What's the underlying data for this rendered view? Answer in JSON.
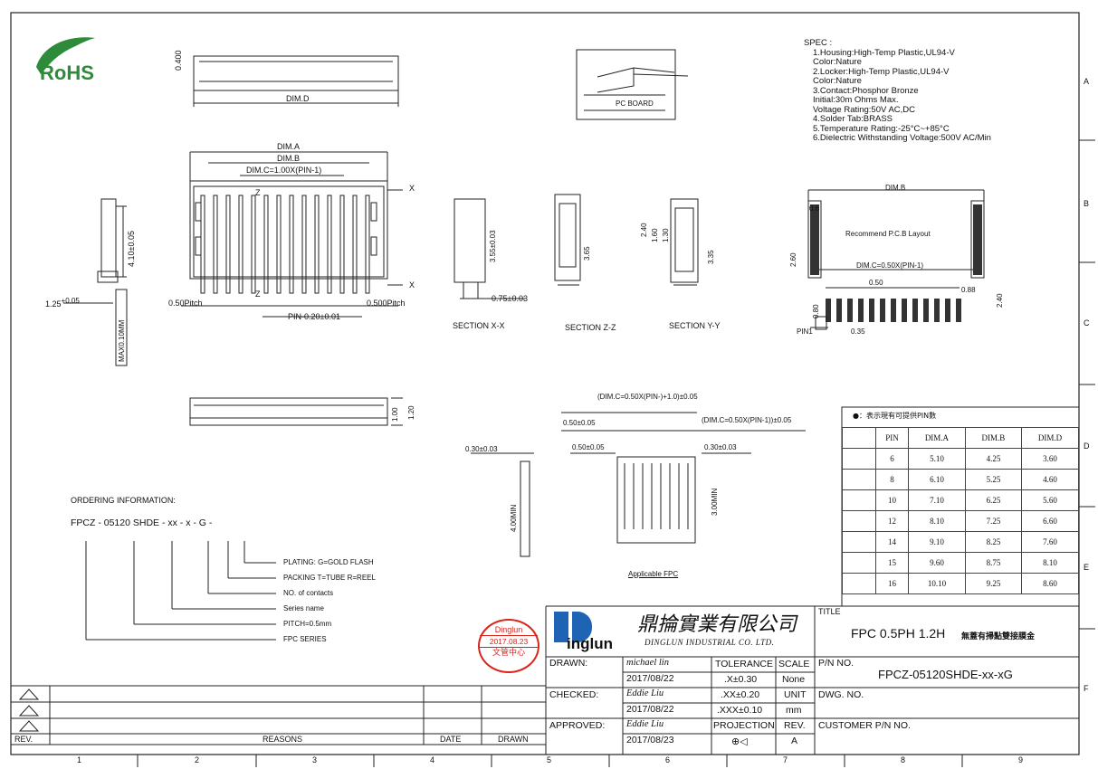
{
  "rohs": "RoHS",
  "dims": {
    "d400": "0.400",
    "dimD": "DIM.D",
    "dimA": "DIM.A",
    "dimB": "DIM.B",
    "dimC": "DIM.C=1.00X(PIN-1)",
    "z": "Z",
    "x": "X",
    "h410": "4.10±0.05",
    "w125": "1.25",
    "w125tol": "+0.05",
    "pitchL": "0.50Pitch",
    "pitchR": "0.500Pitch",
    "pinTol": "PIN-0.20±0.01",
    "maxFpc": "MAX0.10MM",
    "h100": "1.00",
    "h120": "1.20"
  },
  "pcboard": "PC BOARD",
  "spec": {
    "title": "SPEC :",
    "lines": [
      "1.Housing:High-Temp  Plastic,UL94-V",
      "  Color:Nature",
      "2.Locker:High-Temp  Plastic,UL94-V",
      "  Color:Nature",
      "3.Contact:Phosphor  Bronze",
      "  Initial:30m  Ohms  Max.",
      "  Voltage  Rating:50V  AC,DC",
      "4.Solder  Tab:BRASS",
      "5.Temperature  Rating:-25°C~+85°C",
      "6.Dielectric  Withstanding  Voltage:500V  AC/Min"
    ]
  },
  "sections": {
    "xx": "SECTION  X-X",
    "zz": "SECTION  Z-Z",
    "yy": "SECTION  Y-Y",
    "h355": "3.55±0.03",
    "w075": "0.75±0.03",
    "h365": "3.65",
    "h240": "2.40",
    "h160": "1.60",
    "h130": "1.30",
    "h335": "3.35"
  },
  "pcb": {
    "dimB": "DIM.B",
    "w06": "0.6",
    "title": "Recommend  P.C.B  Layout",
    "h260": "2.60",
    "dimC": "DIM.C=0.50X(PIN-1)",
    "w050": "0.50",
    "w088": "0.88",
    "h240": "2.40",
    "h080": "0.80",
    "pin1": "PIN1",
    "w035": "0.35"
  },
  "fpc": {
    "top": "(DIM.C=0.50X(PIN-)+1.0)±0.05",
    "l050a": "0.50±0.05",
    "r": "(DIM.C=0.50X(PIN-1))±0.05",
    "l050b": "0.50±0.05",
    "r030": "0.30±0.03",
    "l030": "0.30±0.03",
    "h400": "4.00MIN",
    "h300": "3.00MIN",
    "caption": "Applicable FPC"
  },
  "ordering": {
    "title": "ORDERING  INFORMATION:",
    "code": "FPCZ  -  05120   SHDE  -  xx  -  x  -  G  -",
    "plating": "PLATING: G=GOLD  FLASH",
    "packing": "PACKING  T=TUBE  R=REEL",
    "contacts": "NO.  of  contacts",
    "series": "Series  name",
    "pitch": "PITCH=0.5mm",
    "fpc": "FPC  SERIES"
  },
  "table": {
    "note": "●：表示現有可提供PIN數",
    "headers": [
      "PIN",
      "DIM.A",
      "DIM.B",
      "DIM.D"
    ],
    "rows": [
      [
        "6",
        "5.10",
        "4.25",
        "3.60"
      ],
      [
        "8",
        "6.10",
        "5.25",
        "4.60"
      ],
      [
        "10",
        "7.10",
        "6.25",
        "5.60"
      ],
      [
        "12",
        "8.10",
        "7.25",
        "6.60"
      ],
      [
        "14",
        "9.10",
        "8.25",
        "7.60"
      ],
      [
        "15",
        "9.60",
        "8.75",
        "8.10"
      ],
      [
        "16",
        "10.10",
        "9.25",
        "8.60"
      ]
    ]
  },
  "stamp": {
    "l1": "Dinglun",
    "l2": "2017.08.23",
    "l3": "文管中心"
  },
  "company": {
    "logo": "inglun",
    "cn": "鼎掄實業有限公司",
    "en": "DINGLUN  INDUSTRIAL  CO.  LTD."
  },
  "title_block": {
    "title_label": "TITLE",
    "title": "FPC  0.5PH  1.2H",
    "title_cn": "無蓋有掃點雙接膜金",
    "drawn": "DRAWN:",
    "drawn_by": "michael lin",
    "drawn_date": "2017/08/22",
    "checked": "CHECKED:",
    "checked_by": "Eddie Liu",
    "checked_date": "2017/08/22",
    "approved": "APPROVED:",
    "approved_by": "Eddie Liu",
    "approved_date": "2017/08/23",
    "tolerance": "TOLERANCE",
    "tol1": ".X±0.30",
    "tol2": ".XX±0.20",
    "tol3": ".XXX±0.10",
    "projection": "PROJECTION",
    "scale": "SCALE",
    "scale_val": "None",
    "unit": "UNIT",
    "unit_val": "mm",
    "rev": "REV.",
    "rev_val": "A",
    "pn_label": "P/N  NO.",
    "pn": "FPCZ-05120SHDE-xx-xG",
    "dwg": "DWG.  NO.",
    "customer": "CUSTOMER  P/N  NO."
  },
  "rev_block": {
    "rev": "REV.",
    "reasons": "REASONS",
    "date": "DATE",
    "drawn": "DRAWN"
  },
  "grid": {
    "cols": [
      "1",
      "2",
      "3",
      "4",
      "5",
      "6",
      "7",
      "8",
      "9"
    ],
    "rows": [
      "A",
      "B",
      "C",
      "D",
      "E",
      "F"
    ]
  },
  "colors": {
    "line": "#222222",
    "stamp": "#d9251c",
    "logo_blue": "#1e63b4",
    "rohs_green": "#2e8b3a"
  }
}
